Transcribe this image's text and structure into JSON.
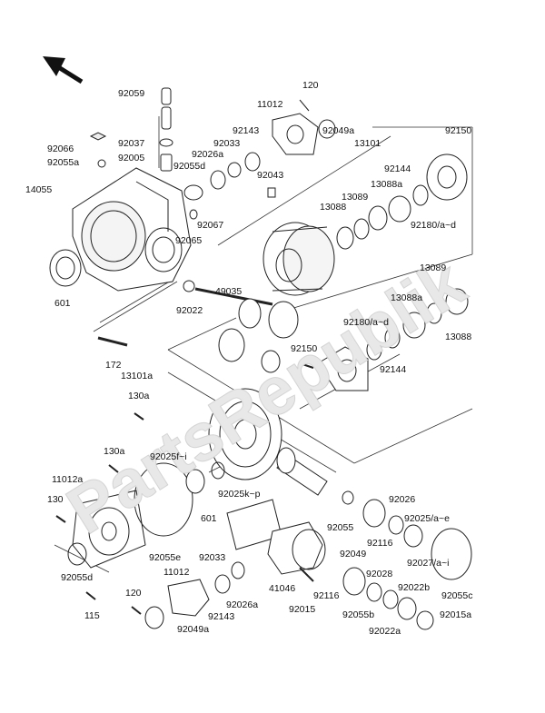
{
  "watermark": "PartsRepublik",
  "parts": [
    {
      "id": "p-92059",
      "text": "92059"
    },
    {
      "id": "p-120-top",
      "text": "120"
    },
    {
      "id": "p-11012-top",
      "text": "11012"
    },
    {
      "id": "p-92143-top",
      "text": "92143"
    },
    {
      "id": "p-92049a-top",
      "text": "92049a"
    },
    {
      "id": "p-92037",
      "text": "92037"
    },
    {
      "id": "p-92033-top",
      "text": "92033"
    },
    {
      "id": "p-92026a-top",
      "text": "92026a"
    },
    {
      "id": "p-13101",
      "text": "13101"
    },
    {
      "id": "p-92150-top",
      "text": "92150"
    },
    {
      "id": "p-92066",
      "text": "92066"
    },
    {
      "id": "p-92055a",
      "text": "92055a"
    },
    {
      "id": "p-92005",
      "text": "92005"
    },
    {
      "id": "p-92055d-top",
      "text": "92055d"
    },
    {
      "id": "p-92043",
      "text": "92043"
    },
    {
      "id": "p-92144-top",
      "text": "92144"
    },
    {
      "id": "p-13088a-top",
      "text": "13088a"
    },
    {
      "id": "p-14055",
      "text": "14055"
    },
    {
      "id": "p-13089-top",
      "text": "13089"
    },
    {
      "id": "p-13088-top",
      "text": "13088"
    },
    {
      "id": "p-92067",
      "text": "92067"
    },
    {
      "id": "p-92180-top",
      "text": "92180/a~d"
    },
    {
      "id": "p-92065",
      "text": "92065"
    },
    {
      "id": "p-13089-mid",
      "text": "13089"
    },
    {
      "id": "p-601-top",
      "text": "601"
    },
    {
      "id": "p-49035",
      "text": "49035"
    },
    {
      "id": "p-13088a-mid",
      "text": "13088a"
    },
    {
      "id": "p-92022",
      "text": "92022"
    },
    {
      "id": "p-92180-mid",
      "text": "92180/a~d"
    },
    {
      "id": "p-13088-mid",
      "text": "13088"
    },
    {
      "id": "p-92150-mid",
      "text": "92150"
    },
    {
      "id": "p-172",
      "text": "172"
    },
    {
      "id": "p-92144-mid",
      "text": "92144"
    },
    {
      "id": "p-13101a",
      "text": "13101a"
    },
    {
      "id": "p-130a-top",
      "text": "130a"
    },
    {
      "id": "p-130a-mid",
      "text": "130a"
    },
    {
      "id": "p-92025fi",
      "text": "92025f~i"
    },
    {
      "id": "p-11012a",
      "text": "11012a"
    },
    {
      "id": "p-92025kp",
      "text": "92025k~p"
    },
    {
      "id": "p-130",
      "text": "130"
    },
    {
      "id": "p-601-bot",
      "text": "601"
    },
    {
      "id": "p-92026",
      "text": "92026"
    },
    {
      "id": "p-92055",
      "text": "92055"
    },
    {
      "id": "p-92025ae",
      "text": "92025/a~e"
    },
    {
      "id": "p-92116-a",
      "text": "92116"
    },
    {
      "id": "p-92055e",
      "text": "92055e"
    },
    {
      "id": "p-92033-bot",
      "text": "92033"
    },
    {
      "id": "p-92049",
      "text": "92049"
    },
    {
      "id": "p-92027",
      "text": "92027/a~i"
    },
    {
      "id": "p-92055d-bot",
      "text": "92055d"
    },
    {
      "id": "p-11012-bot",
      "text": "11012"
    },
    {
      "id": "p-92028",
      "text": "92028"
    },
    {
      "id": "p-41046",
      "text": "41046"
    },
    {
      "id": "p-92022b",
      "text": "92022b"
    },
    {
      "id": "p-92026a-bot",
      "text": "92026a"
    },
    {
      "id": "p-92116-b",
      "text": "92116"
    },
    {
      "id": "p-92055c",
      "text": "92055c"
    },
    {
      "id": "p-120-bot",
      "text": "120"
    },
    {
      "id": "p-92143-bot",
      "text": "92143"
    },
    {
      "id": "p-92015",
      "text": "92015"
    },
    {
      "id": "p-92055b",
      "text": "92055b"
    },
    {
      "id": "p-92015a",
      "text": "92015a"
    },
    {
      "id": "p-115",
      "text": "115"
    },
    {
      "id": "p-92049a-bot",
      "text": "92049a"
    },
    {
      "id": "p-92022a",
      "text": "92022a"
    }
  ]
}
